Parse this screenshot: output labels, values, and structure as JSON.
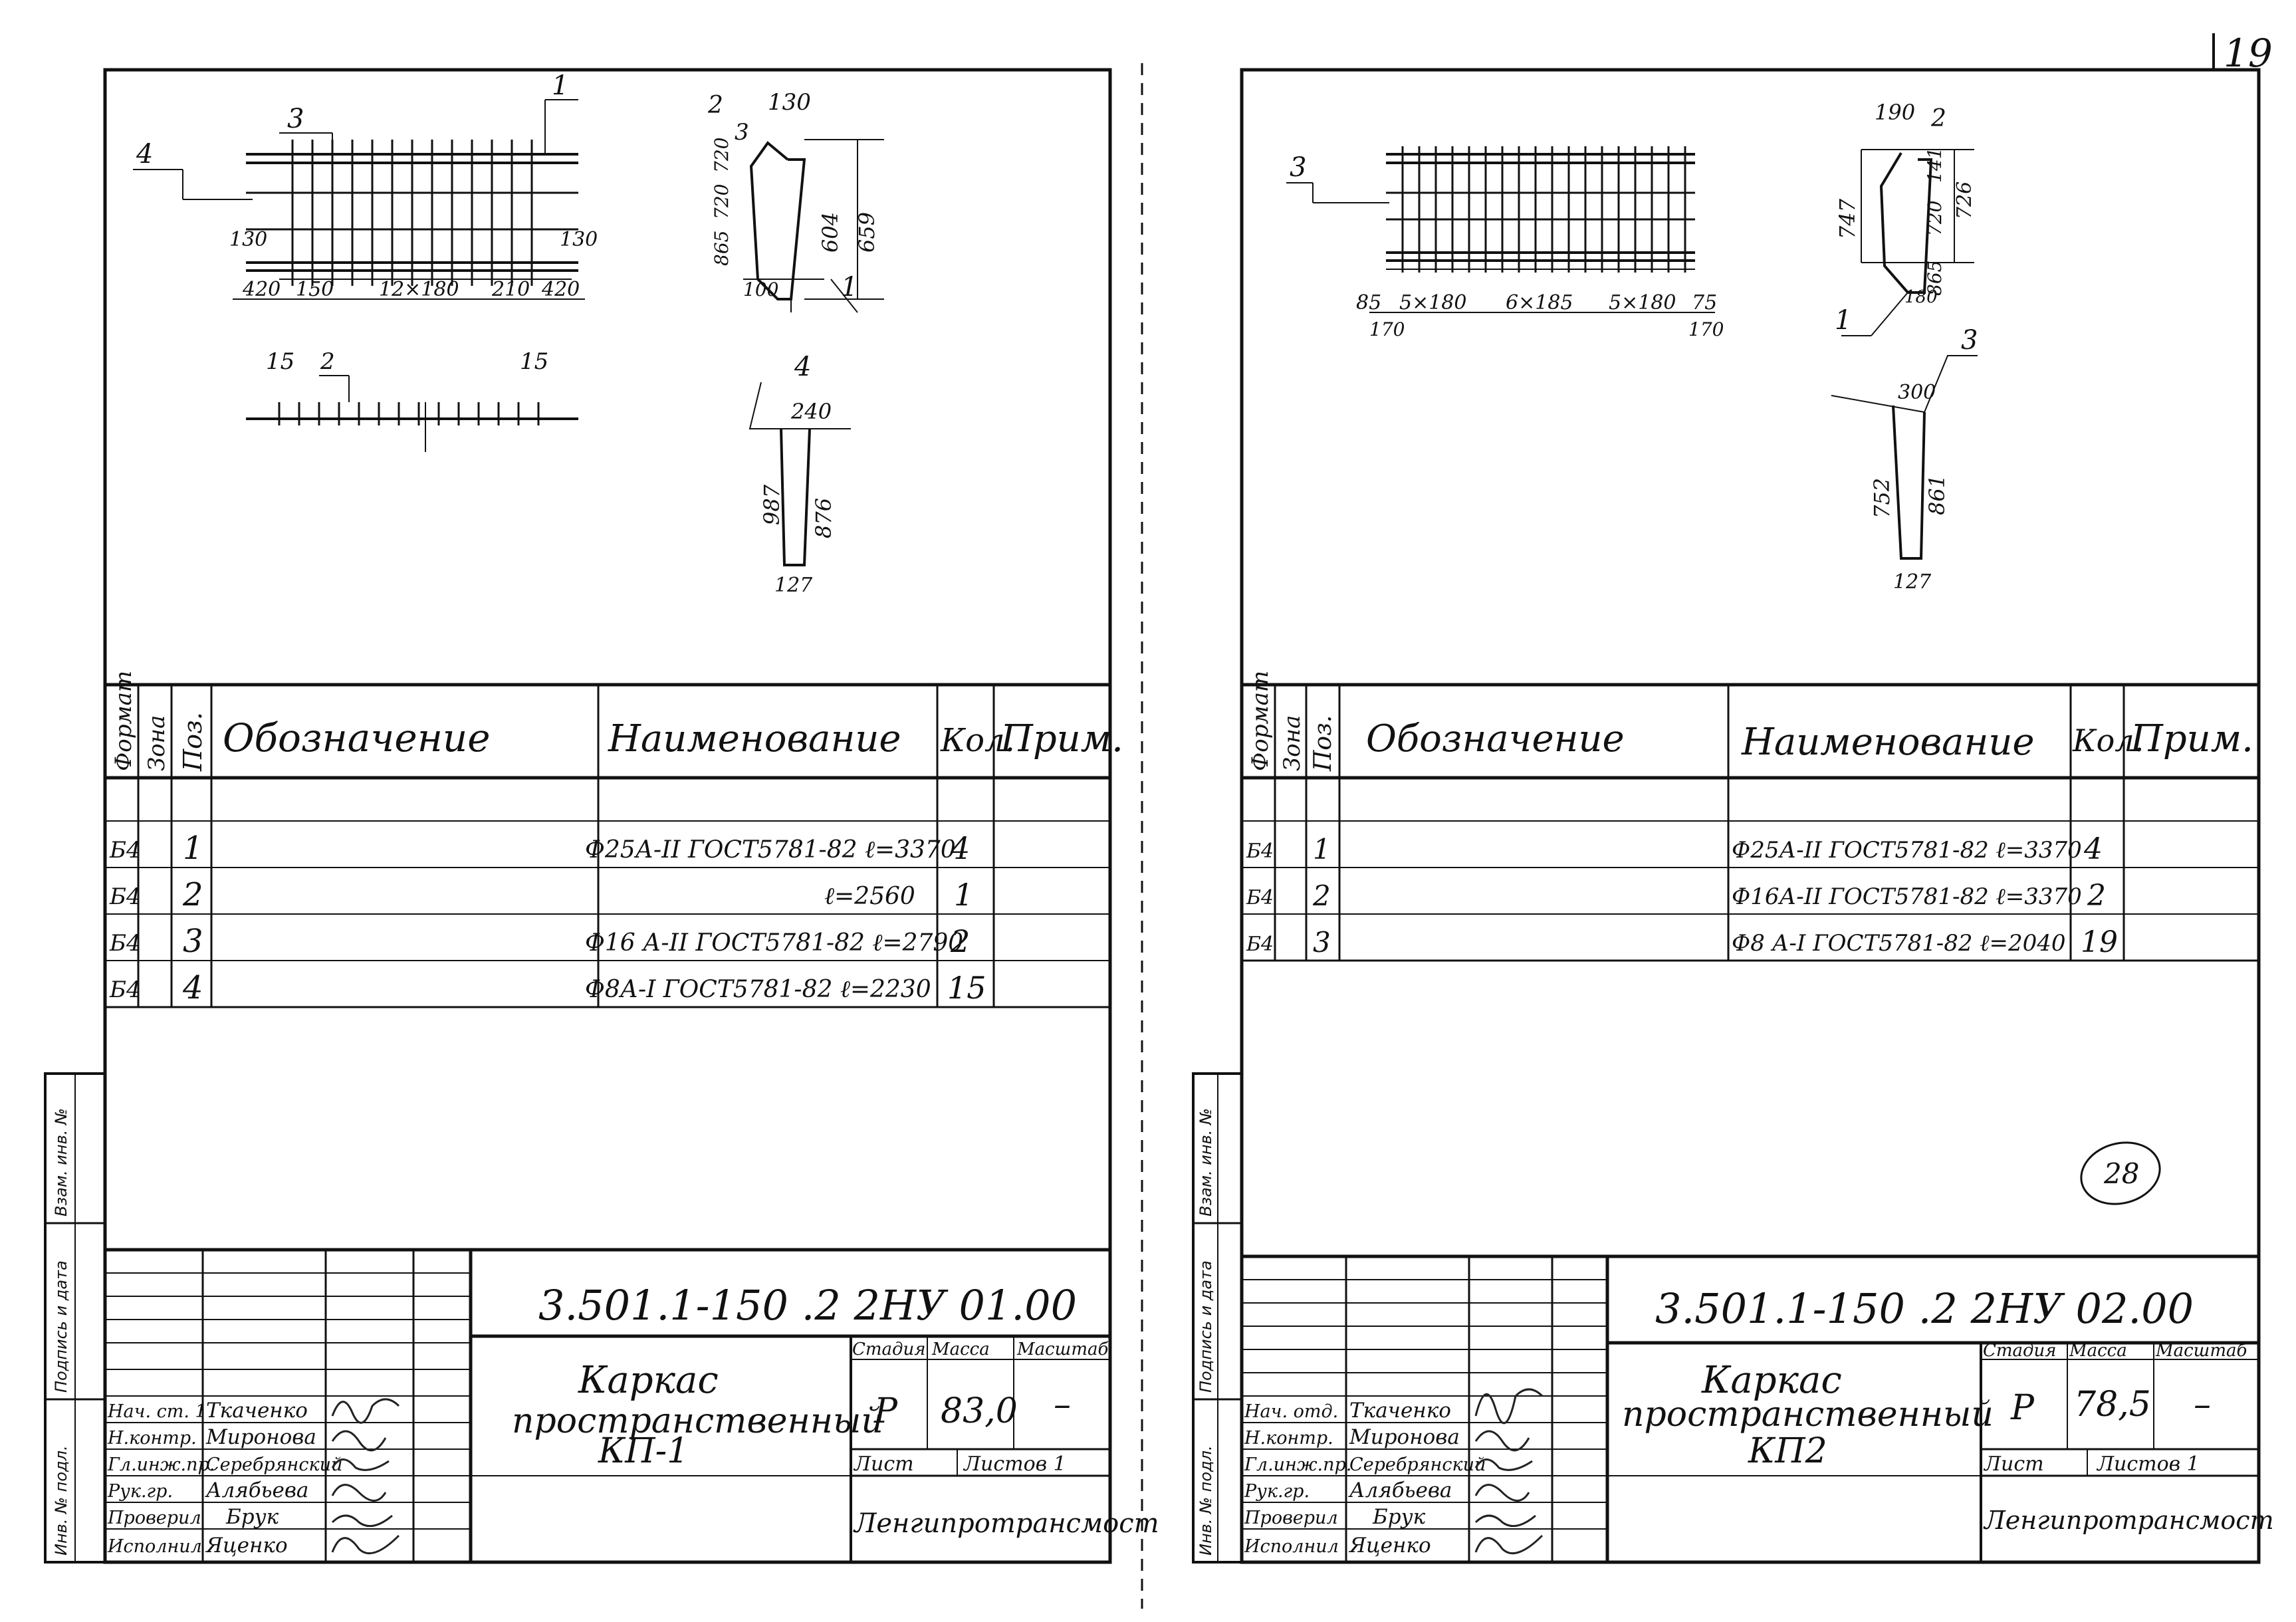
{
  "page_number": "19",
  "sheets": [
    {
      "drawing_dims": {
        "elev_callouts": [
          "3",
          "1",
          "4"
        ],
        "bottom_dims": [
          "420",
          "150",
          "12×180",
          "210",
          "420"
        ],
        "end_dims": [
          "130",
          "130"
        ],
        "plan_labels": [
          "15",
          "2",
          "15"
        ],
        "section_labels": [
          "2",
          "130",
          "3"
        ],
        "section_vert": [
          "865",
          "720",
          "720",
          "604",
          "659"
        ],
        "section_bottom": [
          "100",
          "1"
        ],
        "bar4_label": "4",
        "bar4_dims": [
          "240",
          "987",
          "876",
          "127"
        ]
      },
      "table": {
        "headers": {
          "format": "Формат",
          "zone": "Зона",
          "pos": "Поз.",
          "designation": "Обозначение",
          "name": "Наименование",
          "qty": "Кол.",
          "note": "Прим."
        },
        "rows": [
          {
            "format": "Б4",
            "pos": "1",
            "name": "Ф25А-II ГОСТ5781-82 ℓ=3370",
            "qty": "4"
          },
          {
            "format": "Б4",
            "pos": "2",
            "name": "ℓ=2560",
            "qty": "1"
          },
          {
            "format": "Б4",
            "pos": "3",
            "name": "Ф16 А-II ГОСТ5781-82 ℓ=2790",
            "qty": "2"
          },
          {
            "format": "Б4",
            "pos": "4",
            "name": "Ф8А-I ГОСТ5781-82 ℓ=2230",
            "qty": "15"
          }
        ]
      },
      "title_block": {
        "code": "3.501.1-150 .2 2НУ 01.00",
        "title_line1": "Каркас",
        "title_line2": "пространственный",
        "title_line3": "КП-1",
        "stage_header": "Стадия",
        "mass_header": "Масса",
        "scale_header": "Масштаб",
        "stage": "Р",
        "mass": "83,0",
        "scale": "–",
        "sheet_label": "Лист",
        "sheets_label": "Листов 1",
        "org": "Ленгипротрансмост",
        "roles": [
          "Нач. ст. 1",
          "Н.контр.",
          "Гл.инж.пр.",
          "Рук.гр.",
          "Проверил",
          "Исполнил"
        ],
        "names": [
          "Ткаченко",
          "Миронова",
          "Серебрянский",
          "Алябьева",
          "Брук",
          "Яценко"
        ],
        "side_labels": [
          "Инв. № подл.",
          "Подпись и дата",
          "Взам. инв. №"
        ]
      }
    },
    {
      "drawing_dims": {
        "elev_callouts": [
          "3"
        ],
        "bottom_dims": [
          "85",
          "5×180",
          "6×185",
          "5×180",
          "75"
        ],
        "end_dims": [
          "170",
          "170"
        ],
        "section_labels": [
          "190",
          "2"
        ],
        "section_vert": [
          "747",
          "720",
          "141",
          "726",
          "865"
        ],
        "section_bottom": [
          "180",
          "1"
        ],
        "bar3_label": "3",
        "bar3_dims": [
          "300",
          "752",
          "861",
          "127"
        ],
        "stamp": "28"
      },
      "table": {
        "headers": {
          "format": "Формат",
          "zone": "Зона",
          "pos": "Поз.",
          "designation": "Обозначение",
          "name": "Наименование",
          "qty": "Кол.",
          "note": "Прим."
        },
        "rows": [
          {
            "format": "Б4",
            "pos": "1",
            "name": "Ф25А-II ГОСТ5781-82 ℓ=3370",
            "qty": "4"
          },
          {
            "format": "Б4",
            "pos": "2",
            "name": "Ф16А-II ГОСТ5781-82 ℓ=3370",
            "qty": "2"
          },
          {
            "format": "Б4",
            "pos": "3",
            "name": "Ф8 А-I ГОСТ5781-82 ℓ=2040",
            "qty": "19"
          }
        ]
      },
      "title_block": {
        "code": "3.501.1-150 .2 2НУ 02.00",
        "title_line1": "Каркас",
        "title_line2": "пространственный",
        "title_line3": "КП2",
        "stage_header": "Стадия",
        "mass_header": "Масса",
        "scale_header": "Масштаб",
        "stage": "Р",
        "mass": "78,5",
        "scale": "–",
        "sheet_label": "Лист",
        "sheets_label": "Листов 1",
        "org": "Ленгипротрансмост",
        "roles": [
          "Нач. отд.",
          "Н.контр.",
          "Гл.инж.пр.",
          "Рук.гр.",
          "Проверил",
          "Исполнил"
        ],
        "names": [
          "Ткаченко",
          "Миронова",
          "Серебрянский",
          "Алябьева",
          "Брук",
          "Яценко"
        ],
        "side_labels": [
          "Инв. № подл.",
          "Подпись и дата",
          "Взам. инв. №"
        ]
      }
    }
  ]
}
